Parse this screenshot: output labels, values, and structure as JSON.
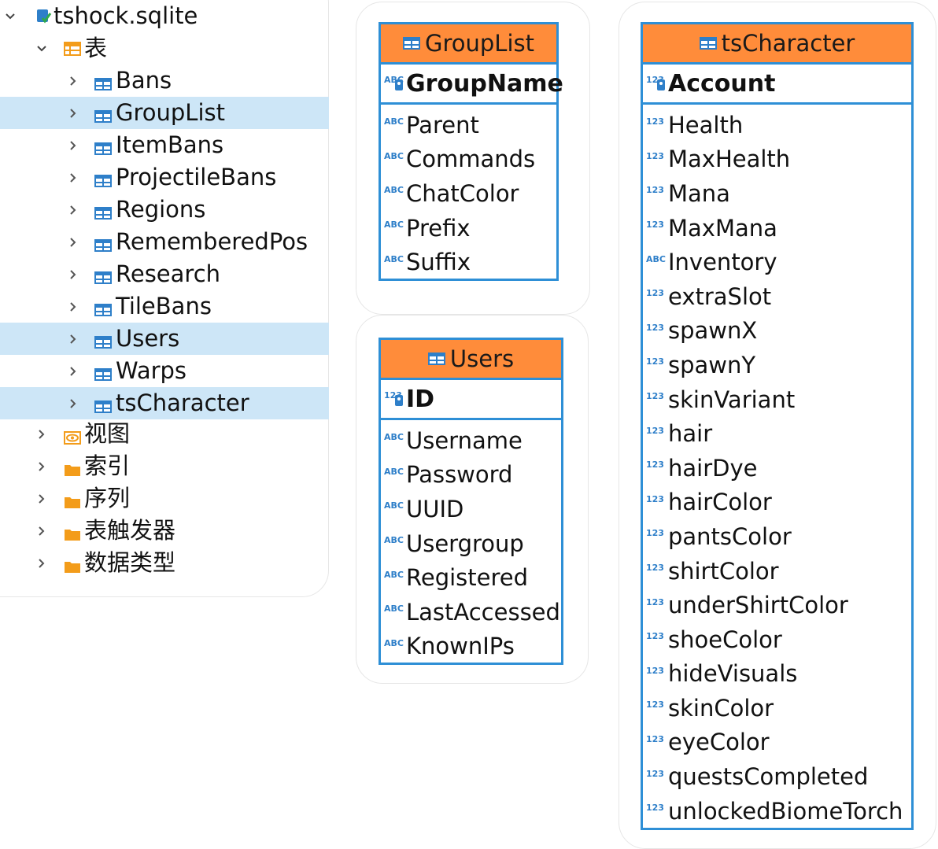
{
  "tree": {
    "db": {
      "label": "tshock.sqlite",
      "icon": "database-icon"
    },
    "tables_folder": {
      "label": "表",
      "icon": "tables-folder-icon"
    },
    "tables": [
      {
        "label": "Bans",
        "selected": false
      },
      {
        "label": "GroupList",
        "selected": true
      },
      {
        "label": "ItemBans",
        "selected": false
      },
      {
        "label": "ProjectileBans",
        "selected": false
      },
      {
        "label": "Regions",
        "selected": false
      },
      {
        "label": "RememberedPos",
        "selected": false
      },
      {
        "label": "Research",
        "selected": false
      },
      {
        "label": "TileBans",
        "selected": false
      },
      {
        "label": "Users",
        "selected": true
      },
      {
        "label": "Warps",
        "selected": false
      },
      {
        "label": "tsCharacter",
        "selected": true
      }
    ],
    "folders": [
      {
        "label": "视图",
        "icon": "view-icon"
      },
      {
        "label": "索引",
        "icon": "folder-icon"
      },
      {
        "label": "序列",
        "icon": "folder-icon"
      },
      {
        "label": "表触发器",
        "icon": "folder-icon"
      },
      {
        "label": "数据类型",
        "icon": "folder-icon"
      }
    ],
    "selection_color": "#cde6f7"
  },
  "entities": {
    "grouplist": {
      "title": "GroupList",
      "key": {
        "name": "GroupName",
        "type": "ABC"
      },
      "columns": [
        {
          "name": "Parent",
          "type": "ABC"
        },
        {
          "name": "Commands",
          "type": "ABC"
        },
        {
          "name": "ChatColor",
          "type": "ABC"
        },
        {
          "name": "Prefix",
          "type": "ABC"
        },
        {
          "name": "Suffix",
          "type": "ABC"
        }
      ]
    },
    "users": {
      "title": "Users",
      "key": {
        "name": "ID",
        "type": "123"
      },
      "columns": [
        {
          "name": "Username",
          "type": "ABC"
        },
        {
          "name": "Password",
          "type": "ABC"
        },
        {
          "name": "UUID",
          "type": "ABC"
        },
        {
          "name": "Usergroup",
          "type": "ABC"
        },
        {
          "name": "Registered",
          "type": "ABC"
        },
        {
          "name": "LastAccessed",
          "type": "ABC"
        },
        {
          "name": "KnownIPs",
          "type": "ABC"
        }
      ]
    },
    "tscharacter": {
      "title": "tsCharacter",
      "key": {
        "name": "Account",
        "type": "123"
      },
      "columns": [
        {
          "name": "Health",
          "type": "123"
        },
        {
          "name": "MaxHealth",
          "type": "123"
        },
        {
          "name": "Mana",
          "type": "123"
        },
        {
          "name": "MaxMana",
          "type": "123"
        },
        {
          "name": "Inventory",
          "type": "ABC"
        },
        {
          "name": "extraSlot",
          "type": "123"
        },
        {
          "name": "spawnX",
          "type": "123"
        },
        {
          "name": "spawnY",
          "type": "123"
        },
        {
          "name": "skinVariant",
          "type": "123"
        },
        {
          "name": "hair",
          "type": "123"
        },
        {
          "name": "hairDye",
          "type": "123"
        },
        {
          "name": "hairColor",
          "type": "123"
        },
        {
          "name": "pantsColor",
          "type": "123"
        },
        {
          "name": "shirtColor",
          "type": "123"
        },
        {
          "name": "underShirtColor",
          "type": "123"
        },
        {
          "name": "shoeColor",
          "type": "123"
        },
        {
          "name": "hideVisuals",
          "type": "123"
        },
        {
          "name": "skinColor",
          "type": "123"
        },
        {
          "name": "eyeColor",
          "type": "123"
        },
        {
          "name": "questsCompleted",
          "type": "123"
        },
        {
          "name": "unlockedBiomeTorch",
          "type": "123"
        }
      ]
    }
  },
  "colors": {
    "entity_header": "#ff8c3a",
    "entity_border": "#2e8fd6",
    "type_tag": "#2e7fc9",
    "folder": "#f39c1a"
  }
}
